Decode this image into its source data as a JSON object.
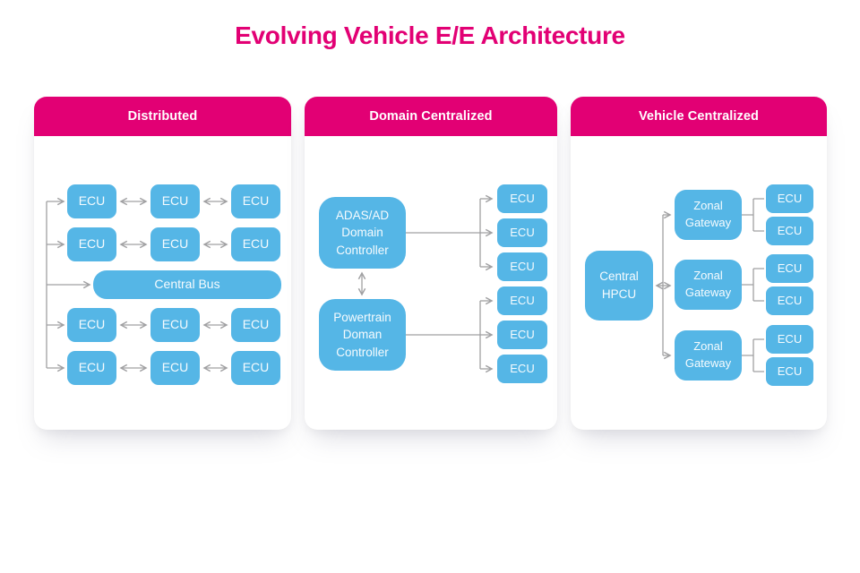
{
  "title": "Evolving Vehicle E/E Architecture",
  "colors": {
    "magenta": "#E20074",
    "node_blue": "#55B6E6",
    "connector_gray": "#A0A0A2"
  },
  "panels": [
    {
      "title": "Distributed",
      "bus": "Central Bus",
      "rows": [
        [
          "ECU",
          "ECU",
          "ECU"
        ],
        [
          "ECU",
          "ECU",
          "ECU"
        ],
        [
          "ECU",
          "ECU",
          "ECU"
        ],
        [
          "ECU",
          "ECU",
          "ECU"
        ]
      ]
    },
    {
      "title": "Domain Centralized",
      "controllers": [
        {
          "label": "ADAS/AD Domain Controller",
          "ecus": [
            "ECU",
            "ECU",
            "ECU"
          ]
        },
        {
          "label": "Powertrain Doman Controller",
          "ecus": [
            "ECU",
            "ECU",
            "ECU"
          ]
        }
      ]
    },
    {
      "title": "Vehicle Centralized",
      "hpcu": "Central HPCU",
      "gateways": [
        {
          "label": "Zonal Gateway",
          "ecus": [
            "ECU",
            "ECU"
          ]
        },
        {
          "label": "Zonal Gateway",
          "ecus": [
            "ECU",
            "ECU"
          ]
        },
        {
          "label": "Zonal Gateway",
          "ecus": [
            "ECU",
            "ECU"
          ]
        }
      ]
    }
  ]
}
